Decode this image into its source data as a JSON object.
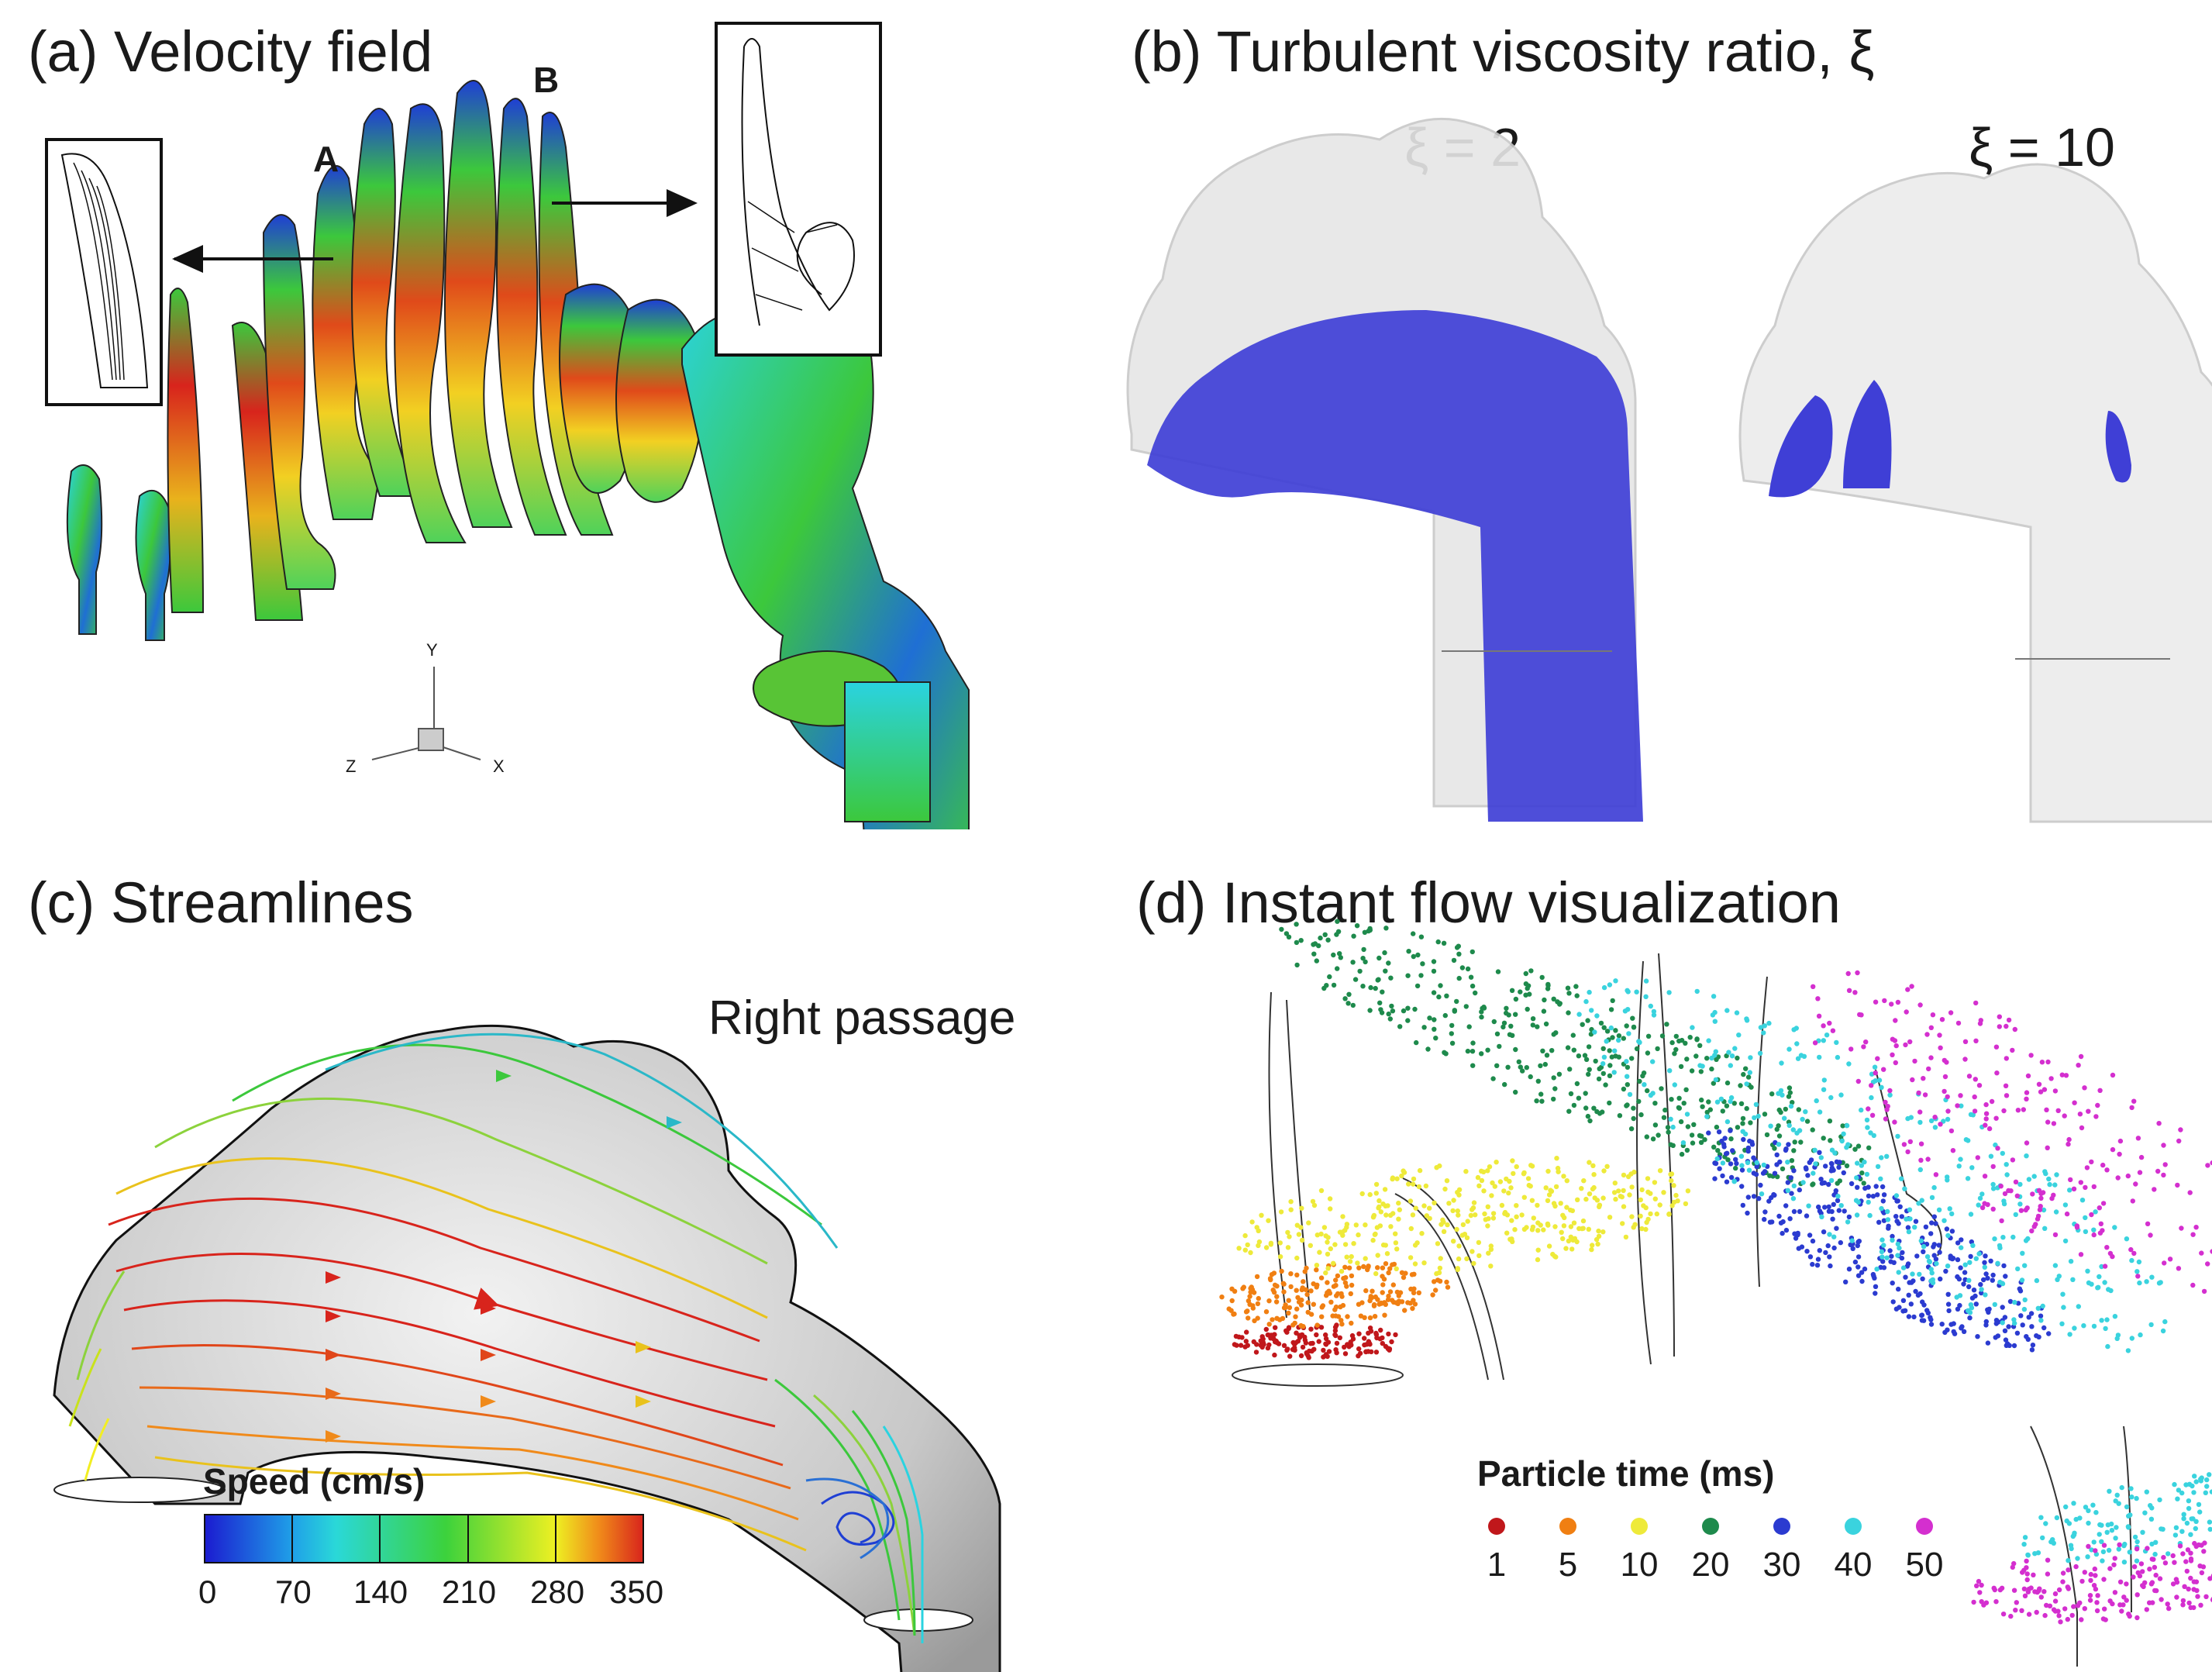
{
  "panels": {
    "a": {
      "title": "(a) Velocity field",
      "label_A": "A",
      "label_B": "B",
      "axis_y": "Y",
      "axis_z": "Z",
      "axis_x": "X"
    },
    "b": {
      "title": "(b) Turbulent viscosity ratio, ξ",
      "label_left": "ξ = 2",
      "label_right": "ξ = 10"
    },
    "c": {
      "title": "(c) Streamlines",
      "passage_label": "Right passage",
      "colorbar_title": "Speed (cm/s)",
      "colorbar_ticks": [
        "0",
        "70",
        "140",
        "210",
        "280",
        "350"
      ]
    },
    "d": {
      "title": "(d) Instant flow visualization",
      "legend_title": "Particle time (ms)",
      "legend_items": [
        {
          "label": "1",
          "color": "#c0171b"
        },
        {
          "label": "5",
          "color": "#f07f12"
        },
        {
          "label": "10",
          "color": "#eeea3a"
        },
        {
          "label": "20",
          "color": "#1e8a4c"
        },
        {
          "label": "30",
          "color": "#2b3bd0"
        },
        {
          "label": "40",
          "color": "#3ad3de"
        },
        {
          "label": "50",
          "color": "#d42fcf"
        }
      ]
    }
  },
  "colors": {
    "blue": "#1f3fd4",
    "cyan": "#2ad3e0",
    "green": "#3cc83c",
    "yellow": "#f2ee22",
    "orange": "#f08a1a",
    "red": "#d8241c",
    "iso_blue": "#3f3fd6",
    "shell_gray": "#d9d9d9"
  }
}
